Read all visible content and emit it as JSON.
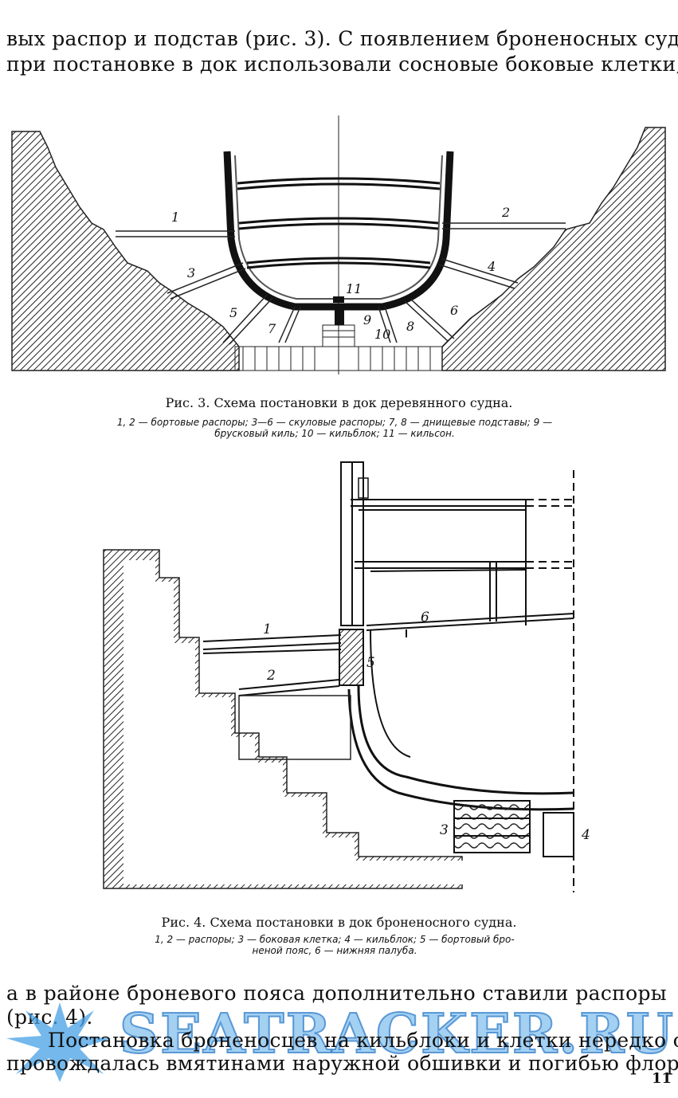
{
  "text": {
    "top_line_1": "вых распор и подстав (рис. 3). С появлением броненосных судов",
    "top_line_2": "при постановке в док использовали сосновые боковые клетки,",
    "bottom_line_1": "а в районе броневого пояса дополнительно ставили распоры",
    "bottom_line_2": "(рис. 4).",
    "bottom_line_3": "Постановка броненосцев на кильблоки и клетки нередко со-",
    "bottom_line_4": "провождалась вмятинами наружной обшивки и погибью флоров."
  },
  "figure3": {
    "caption": "Рис. 3. Схема постановки в док деревянного судна.",
    "legend_line_1": "1, 2 — бортовые распоры; 3—6 — скуловые распоры; 7, 8 — днищевые подставы; 9 —",
    "legend_line_2": "брусковый киль; 10 — кильблок; 11 — кильсон.",
    "labels": [
      "1",
      "2",
      "3",
      "4",
      "5",
      "6",
      "7",
      "8",
      "9",
      "10",
      "11"
    ]
  },
  "figure4": {
    "caption": "Рис. 4. Схема постановки в док броненосного судна.",
    "legend_line_1": "1, 2 — распоры; 3 — боковая клетка; 4 — кильблок; 5 — бортовый бро-",
    "legend_line_2": "неной пояс, 6 — нижняя палуба.",
    "labels": [
      "1",
      "2",
      "3",
      "4",
      "5",
      "6"
    ]
  },
  "page_number": "11",
  "watermark": "SEATRACKER.RU"
}
